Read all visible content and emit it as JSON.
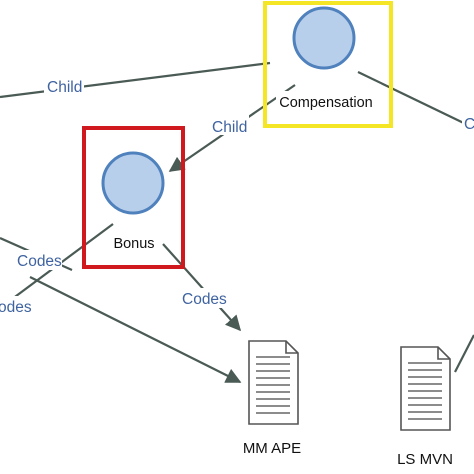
{
  "nodes": {
    "compensation": {
      "label": "Compensation",
      "highlight_color": "#f5e625"
    },
    "bonus": {
      "label": "Bonus",
      "highlight_color": "#d0191f"
    }
  },
  "documents": {
    "mm_ape": {
      "label": "MM APE"
    },
    "ls_mvn": {
      "label": "LS MVN"
    }
  },
  "edges": {
    "child_top": "Child",
    "child_comp_bonus": "Child",
    "codes_left": "Codes",
    "codes_bonus_mm": "Codes",
    "codes_far_left": "odes",
    "cut_right": "C"
  },
  "colors": {
    "node_fill": "#b8cfec",
    "node_stroke": "#4f81bd",
    "edge": "#4a5a55",
    "edge_label": "#3f63a0"
  }
}
